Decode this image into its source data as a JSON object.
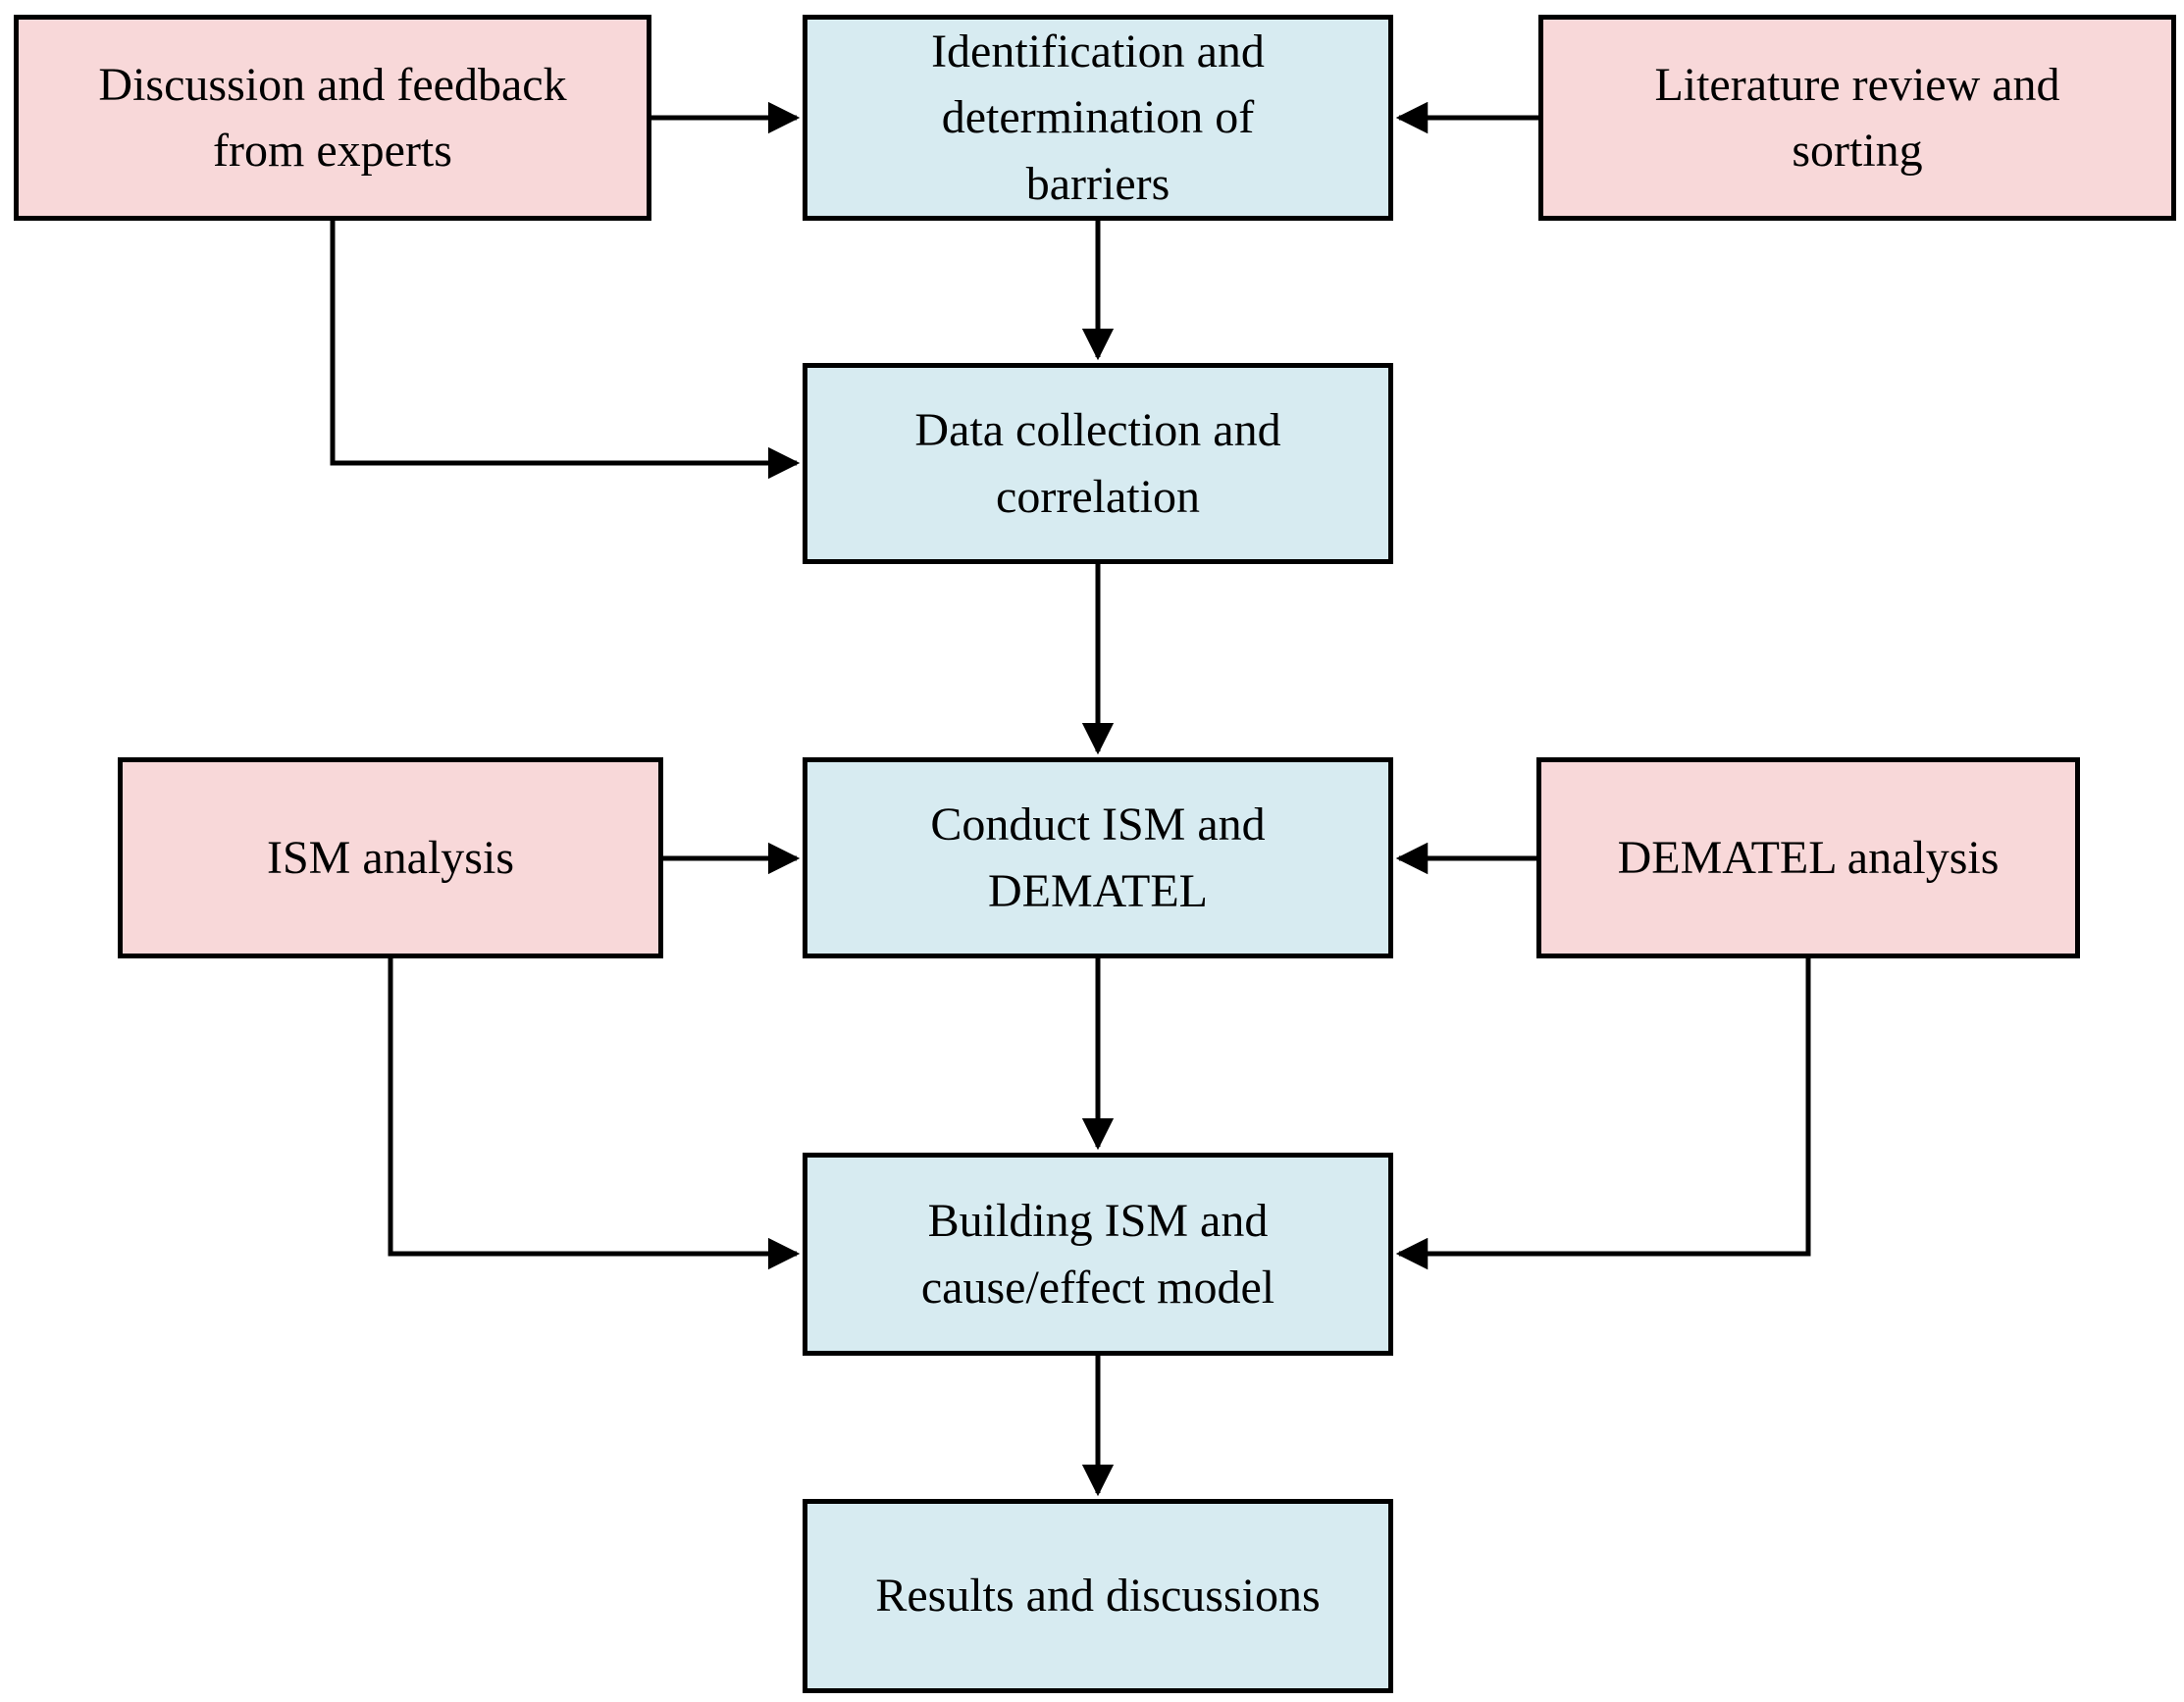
{
  "diagram": {
    "type": "flowchart",
    "background_color": "#ffffff",
    "colors": {
      "input_node_fill": "#f8d8d9",
      "process_node_fill": "#d7ebf1",
      "node_border": "#000000",
      "edge_stroke": "#000000",
      "text": "#000000"
    },
    "nodes": {
      "discussion": {
        "label": "Discussion and feedback from experts",
        "style": "input"
      },
      "identification": {
        "label": "Identification and determination of barriers",
        "style": "process"
      },
      "literature": {
        "label": "Literature review and sorting",
        "style": "input"
      },
      "data_collection": {
        "label": "Data collection and correlation",
        "style": "process"
      },
      "ism": {
        "label": "ISM analysis",
        "style": "input"
      },
      "conduct": {
        "label": "Conduct ISM and DEMATEL",
        "style": "process"
      },
      "dematel": {
        "label": "DEMATEL analysis",
        "style": "input"
      },
      "building": {
        "label": "Building ISM and cause/effect model",
        "style": "process"
      },
      "results": {
        "label": "Results and discussions",
        "style": "process"
      }
    },
    "edges": [
      {
        "from": "discussion",
        "to": "identification",
        "shape": "straight"
      },
      {
        "from": "literature",
        "to": "identification",
        "shape": "straight"
      },
      {
        "from": "identification",
        "to": "data_collection",
        "shape": "straight"
      },
      {
        "from": "discussion",
        "to": "data_collection",
        "shape": "elbow"
      },
      {
        "from": "data_collection",
        "to": "conduct",
        "shape": "straight"
      },
      {
        "from": "ism",
        "to": "conduct",
        "shape": "straight"
      },
      {
        "from": "dematel",
        "to": "conduct",
        "shape": "straight"
      },
      {
        "from": "conduct",
        "to": "building",
        "shape": "straight"
      },
      {
        "from": "ism",
        "to": "building",
        "shape": "elbow"
      },
      {
        "from": "dematel",
        "to": "building",
        "shape": "elbow"
      },
      {
        "from": "building",
        "to": "results",
        "shape": "straight"
      }
    ]
  }
}
